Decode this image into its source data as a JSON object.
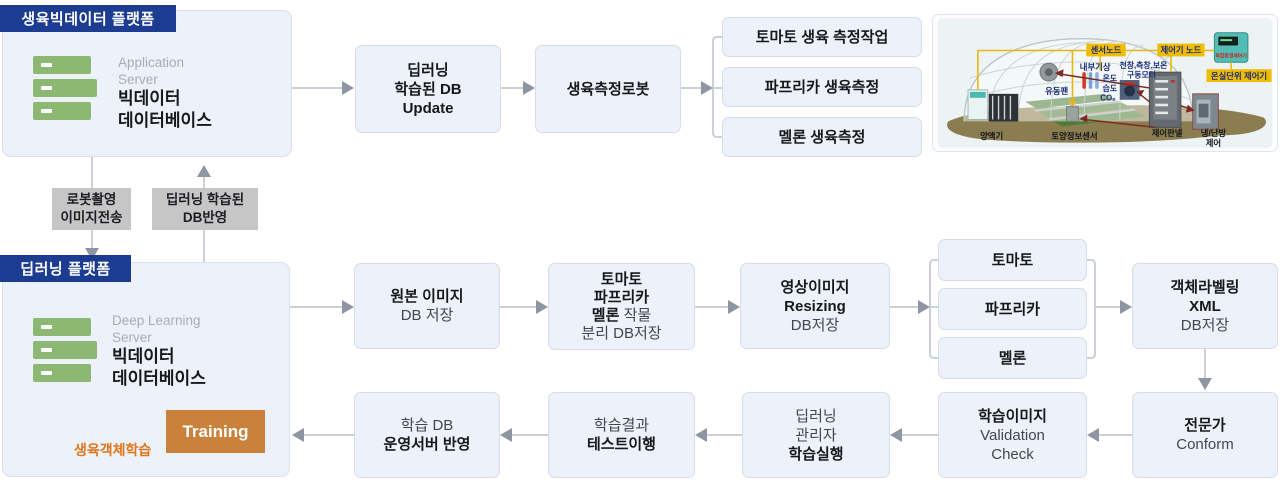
{
  "colors": {
    "navy_badge": "#1b3c90",
    "panel_fill": "#edf1f9",
    "panel_border": "#d7dde9",
    "server_green": "#8cb874",
    "training_orange": "#c9813b",
    "note_orange": "#e0761a",
    "gray_label": "#c6c6c6",
    "arrow_gray": "#9096a3",
    "dark_arrow": "#4d5b66",
    "highlight_yellow": "#f0bc00"
  },
  "platform_top": {
    "badge": "생육빅데이터 플랫폼",
    "server_role_l1": "Application",
    "server_role_l2": "Server",
    "server_name_l1": "빅데이터",
    "server_name_l2": "데이터베이스"
  },
  "flow_top": {
    "db_update_l1": "딥러닝",
    "db_update_l2": "학습된 DB",
    "db_update_l3": "Update",
    "robot": "생육측정로봇",
    "tasks": [
      "토마토 생육 측정작업",
      "파프리카 생육측정",
      "멜론 생육측정"
    ]
  },
  "transfer": {
    "down_l1": "로봇촬영",
    "down_l2": "이미지전송",
    "up_l1": "딥러닝 학습된",
    "up_l2": "DB반영"
  },
  "platform_deep": {
    "badge": "딥러닝 플랫폼",
    "server_role_l1": "Deep Learning",
    "server_role_l2": "Server",
    "server_name_l1": "빅데이터",
    "server_name_l2": "데이터베이스",
    "training": "Training",
    "training_note": "생육객체학습"
  },
  "flow_mid": {
    "original_l1": "원본 이미지",
    "original_l2": "DB 저장",
    "separate_l1": "토마토",
    "separate_l2": "파프리카",
    "separate_l3_bold": "멜론",
    "separate_l3_reg": " 작물",
    "separate_l4": "분리 DB저장",
    "resize_l1": "영상이미지",
    "resize_l2": "Resizing",
    "resize_l3": "DB저장",
    "crops": [
      "토마토",
      "파프리카",
      "멜론"
    ],
    "labeling_l1": "객체라벨링",
    "labeling_l2": "XML",
    "labeling_l3": "DB저장"
  },
  "flow_bottom": {
    "expert_l1": "전문가",
    "expert_l2": "Conform",
    "validation_l1": "학습이미지",
    "validation_l2": "Validation",
    "validation_l3": "Check",
    "manager_l1": "딥러닝",
    "manager_l2": "관리자",
    "manager_l3": "학습실행",
    "test_l1": "학습결과",
    "test_l2": "테스트이행",
    "deploy_l1": "학습 DB",
    "deploy_l2": "운영서버 반영"
  },
  "greenhouse": {
    "sensor_node": "센서노드",
    "controller_node": "제어기 노드",
    "unit_controller": "온실단위 제어기",
    "device_label": "복합환경제어기",
    "indoor_weather": "내부기상",
    "motors_l1": "천창,측창,보온",
    "motors_l2": "구동모터",
    "temp": "온도",
    "humidity": "습도",
    "co2": "CO₂",
    "fan": "유동팬",
    "nutrient": "양액기",
    "soil_sensor": "토양정보센서",
    "control_panel": "제어판넬",
    "hvac_l1": "냉/난방",
    "hvac_l2": "제어"
  }
}
